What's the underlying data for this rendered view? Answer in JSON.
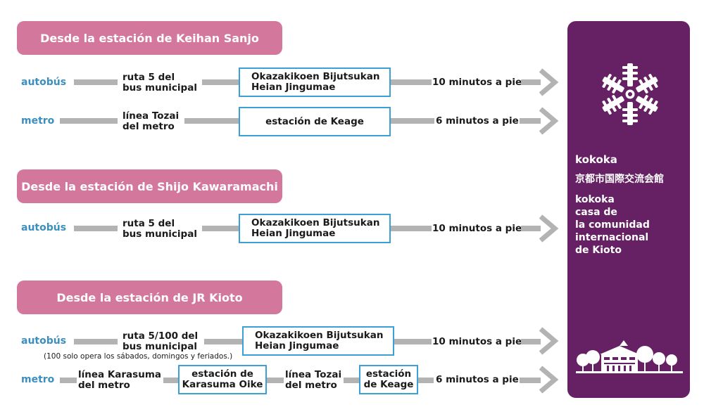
{
  "colors": {
    "header": "#d4779c",
    "mode": "#3a8fc0",
    "box_border": "#3aa0d6",
    "connector": "#b3b3b3",
    "panel": "#652163"
  },
  "sections": [
    {
      "title": "Desde la estación de Keihan Sanjo",
      "routes": [
        {
          "mode": "autobús",
          "line": [
            "ruta 5 del",
            "bus municipal"
          ],
          "stop": [
            "Okazakikoen Bijutsukan",
            "Heian Jingumae"
          ],
          "walk": "10 minutos a pie"
        },
        {
          "mode": "metro",
          "line": [
            "línea Tozai",
            "del metro"
          ],
          "stop": [
            "estación de Keage"
          ],
          "walk": "6 minutos a pie"
        }
      ]
    },
    {
      "title": "Desde la estación de Shijo Kawaramachi",
      "routes": [
        {
          "mode": "autobús",
          "line": [
            "ruta 5 del",
            "bus municipal"
          ],
          "stop": [
            "Okazakikoen Bijutsukan",
            "Heian Jingumae"
          ],
          "walk": "10 minutos a pie"
        }
      ]
    },
    {
      "title": "Desde la estación de JR Kioto",
      "routes": [
        {
          "mode": "autobús",
          "line": [
            "ruta 5/100 del",
            "bus municipal"
          ],
          "note": "(100 solo opera los sábados, domingos y feriados.)",
          "stop": [
            "Okazakikoen Bijutsukan",
            "Heian Jingumae"
          ],
          "walk": "10 minutos a pie"
        },
        {
          "mode": "metro",
          "line": [
            "línea Karasuma",
            "del metro"
          ],
          "transfer": [
            "estación de",
            "Karasuma Oike"
          ],
          "line2": [
            "línea Tozai",
            "del metro"
          ],
          "stop": [
            "estación",
            "de Keage"
          ],
          "walk": "6 minutos a pie"
        }
      ]
    }
  ],
  "destination": {
    "name": "kokoka",
    "name_jp": "京都市国際交流会館",
    "desc": [
      "kokoka",
      "casa de",
      "la comunidad",
      "internacional",
      "de Kioto"
    ],
    "icons": [
      "snowflake-emblem-icon",
      "building-icon"
    ]
  }
}
